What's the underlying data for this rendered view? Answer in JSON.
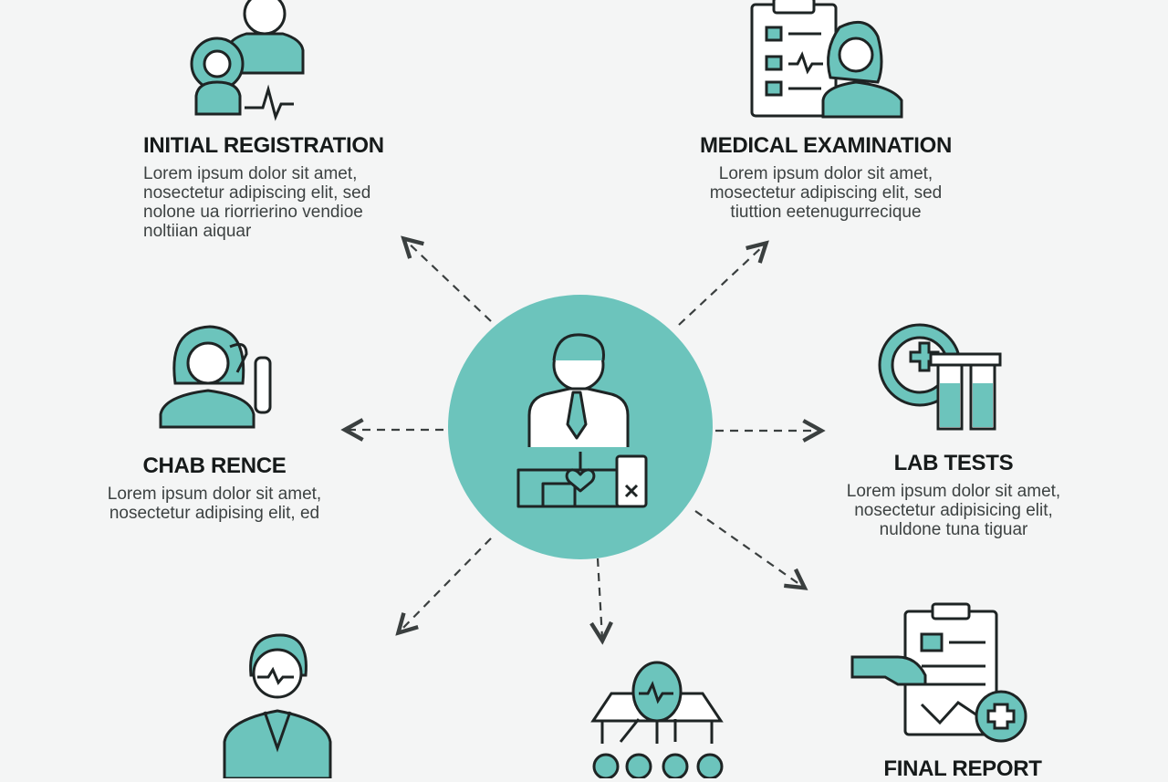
{
  "colors": {
    "teal": "#6cc4bc",
    "ink": "#1e2424",
    "background": "#f4f5f5"
  },
  "steps": [
    {
      "title": "INITIAL REGISTRATION",
      "desc": "Lorem ipsum dolor sit amet,\nnosectetur adipiscing elit, sed\nnolone ua riorrierino vendioe\nnoltiian aiquar",
      "icon": "doctor-patient-icon"
    },
    {
      "title": "MEDICAL EXAMINATION",
      "desc": "Lorem ipsum dolor sit amet,\nmosectetur adipiscing elit, sed\ntiuttion eetenugurrecique",
      "icon": "clipboard-nurse-icon"
    },
    {
      "title": "CHAB RENCE",
      "desc": "Lorem ipsum dolor sit amet,\nnosectetur adipising elit, ed",
      "icon": "nurse-icon"
    },
    {
      "title": "LAB TESTS",
      "desc": "Lorem ipsum dolor sit amet,\nnosectetur adipisicing elit,\nnuldone tuna tiguar",
      "icon": "test-tubes-icon"
    },
    {
      "title": "FINAL REPORT",
      "desc": "",
      "icon": "report-clipboard-icon"
    }
  ]
}
